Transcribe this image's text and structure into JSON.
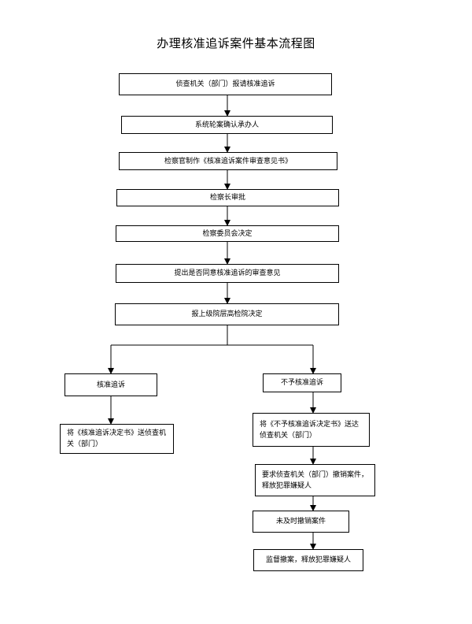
{
  "diagram": {
    "title": "办理核准追诉案件基本流程图",
    "main_steps": [
      "侦查机关（部门）报请核准追诉",
      "系统轮案确认承办人",
      "检察官制作《核准追诉案件审查意见书》",
      "检察长审批",
      "检察委员会决定",
      "提出是否同意核准追诉的审查意见",
      "报上级院层高检院决定"
    ],
    "approve_branch": [
      "核准追诉",
      "将《核准追诉决定书》送侦查机关（部门）"
    ],
    "reject_branch": [
      "不予核准追诉",
      "将《不予核准追诉决定书》送达侦查机关（部门）",
      "要求侦查机关（部门）撤销案件，释放犯罪嫌疑人",
      "未及时撤销案件",
      "监督撤案，释放犯罪嫌疑人"
    ]
  }
}
